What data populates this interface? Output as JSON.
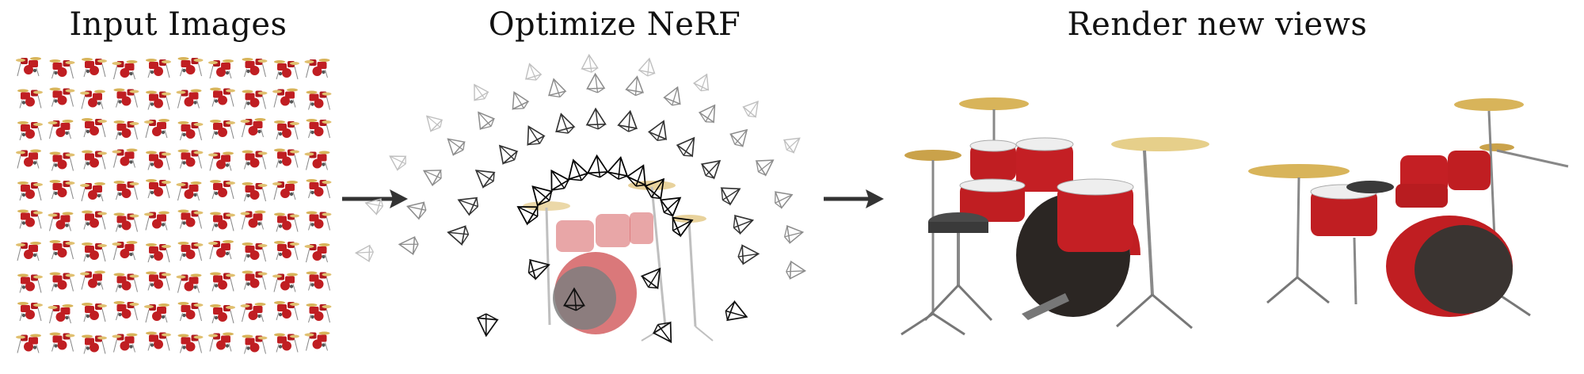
{
  "stages": [
    {
      "title": "Input Images"
    },
    {
      "title": "Optimize NeRF"
    },
    {
      "title": "Render new views"
    }
  ],
  "colors": {
    "drum_red": "#c01e22",
    "drum_dark": "#3a3a3a",
    "cymbal_gold": "#d8b45a",
    "chrome": "#8a8a8a",
    "arrow": "#333333"
  },
  "icons": [
    "camera-frustum-icon",
    "arrow-right-icon",
    "drum-kit-icon"
  ]
}
